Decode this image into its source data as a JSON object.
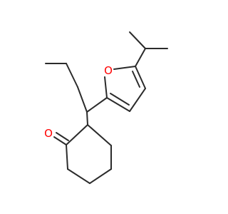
{
  "molecule": {
    "atoms": [
      {
        "id": "O_furan",
        "label": "O",
        "color": "#ff0000"
      },
      {
        "id": "O_ketone",
        "label": "O",
        "color": "#ff0000"
      }
    ],
    "bond_color": "#2b2b2b",
    "background": "#ffffff"
  }
}
